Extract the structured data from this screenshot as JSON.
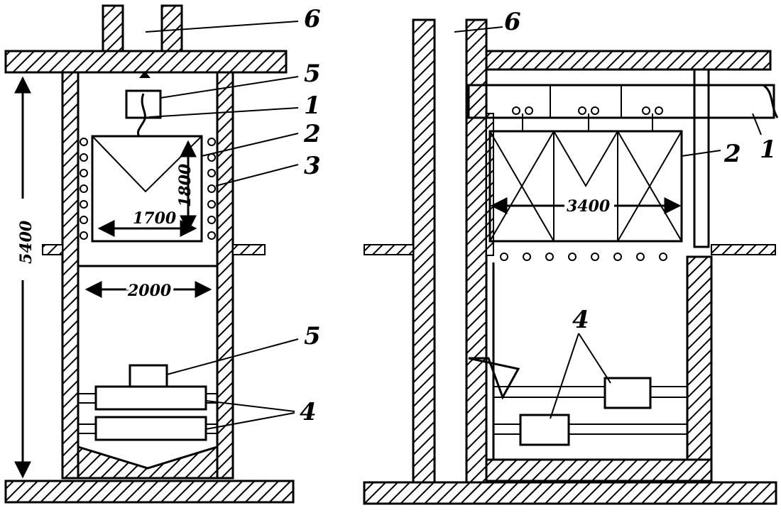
{
  "diagram": {
    "left_view": {
      "labels": {
        "l6": "6",
        "l5_top": "5",
        "l1": "1",
        "l2": "2",
        "l3": "3",
        "l5_bottom": "5",
        "l4": "4"
      },
      "dimensions": {
        "height": "5400",
        "basket_width": "1700",
        "basket_height": "1800",
        "pit_width": "2000"
      }
    },
    "right_view": {
      "labels": {
        "l6": "6",
        "l2": "2",
        "l1": "1",
        "l4": "4"
      },
      "dimensions": {
        "basket_width": "3400"
      }
    }
  },
  "colors": {
    "ink": "#000000",
    "paper": "#ffffff"
  }
}
